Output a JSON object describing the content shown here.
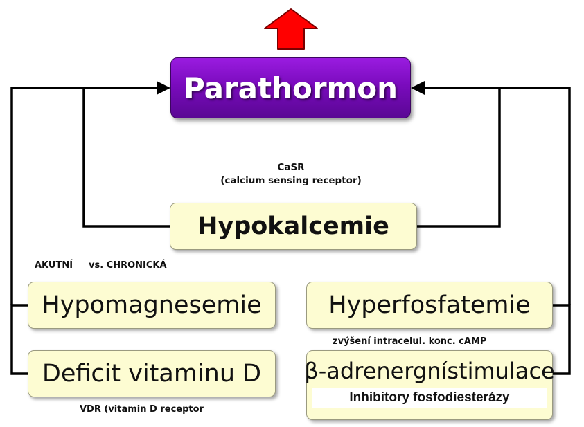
{
  "nodes": {
    "parathormon": "Parathormon",
    "hypokalcemie": "Hypokalcemie",
    "hypomagnesemie": "Hypomagnesemie",
    "hyperfosfatemie": "Hyperfosfatemie",
    "deficit_vitaminu_d": "Deficit vitaminu D",
    "beta_symbol": "β",
    "beta_stimulace": "-adrenergnístimulace",
    "inhibitory": "Inhibitory fosfodiesterázy"
  },
  "annotations": {
    "casr_line1": "CaSR",
    "casr_line2": "(calcium sensing receptor)",
    "akutni": "AKUTNÍ",
    "chronicka": "vs. CHRONICKÁ",
    "camp": "zvýšení intracelul.  konc. cAMP",
    "vdr": "VDR (vitamin D receptor"
  },
  "colors": {
    "up_arrow": "#ff0000",
    "parathormon_fill": "#7a0bbd",
    "box_fill": "#fdfcd2",
    "line": "#000000"
  },
  "icons": {
    "increase": "up-arrow-icon"
  }
}
